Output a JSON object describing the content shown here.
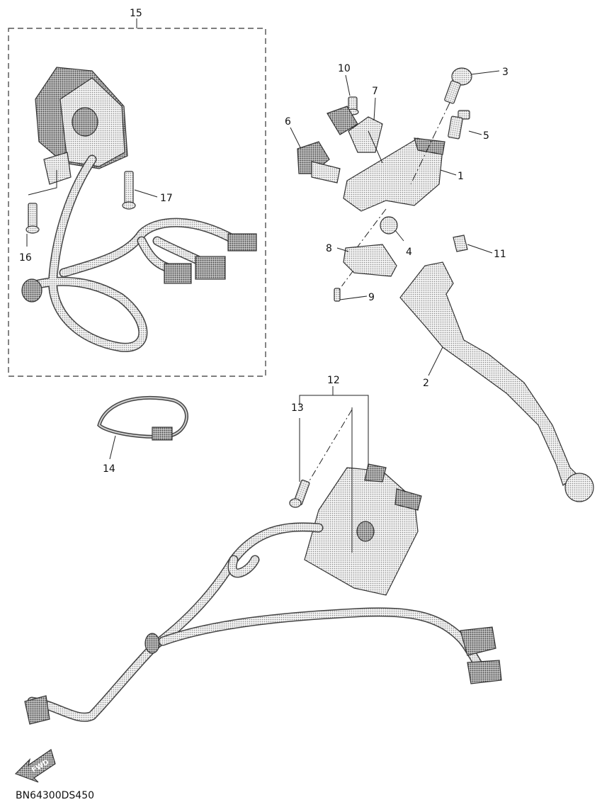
{
  "callouts": {
    "c1": "1",
    "c2": "2",
    "c3": "3",
    "c4": "4",
    "c5": "5",
    "c6": "6",
    "c7": "7",
    "c8": "8",
    "c9": "9",
    "c10": "10",
    "c11": "11",
    "c12": "12",
    "c13": "13",
    "c14": "14",
    "c15": "15",
    "c16": "16",
    "c17": "17"
  },
  "fwd_label": "FWD",
  "diagram_code": "BN64300DS450"
}
